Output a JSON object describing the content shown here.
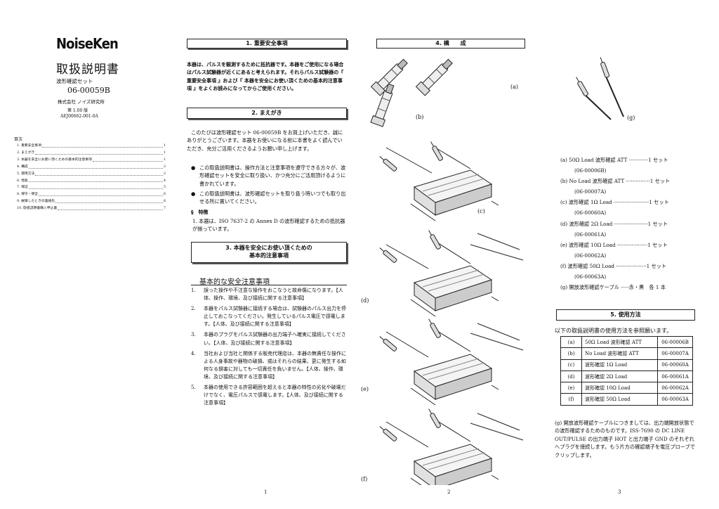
{
  "cover": {
    "logo": "NoiseKen",
    "title": "取扱説明書",
    "subtitle": "波形確認セット",
    "model": "06-00059B",
    "company": "株式会社 ノイズ研究所",
    "version": "第 1.00 版",
    "doc_no": "AEJ00662-001-0A"
  },
  "toc": {
    "heading": "目次",
    "items": [
      {
        "title": "1. 重要安全事項",
        "page": "1"
      },
      {
        "title": "2. まえがき",
        "page": "1"
      },
      {
        "title": "3. 本器を安全にお使い頂くための基本的注意事項",
        "page": "1"
      },
      {
        "title": "4. 構成",
        "page": "2"
      },
      {
        "title": "5. 使用方法",
        "page": "2"
      },
      {
        "title": "6. 性能",
        "page": "4"
      },
      {
        "title": "7. 保証",
        "page": "5"
      },
      {
        "title": "8. 保守・保全",
        "page": "6"
      },
      {
        "title": "9. 故障したときの連絡先",
        "page": "6"
      },
      {
        "title": "10. 取扱説明書購入申込書",
        "page": "7"
      }
    ]
  },
  "sec1": {
    "header": "1. 重要安全事項",
    "body": "本器は、パルスを観測するために抵抗器です。本器をご使用になる場合はパルス試験器が近くにあると考えられます。それらパルス試験器の『 重要安全事項 』および『 本器を安全にお使い頂くための基本的注意事項 』をよくお読みになってからご使用ください。"
  },
  "sec2": {
    "header": "2. まえがき",
    "intro": "このたびは波形確認セット 06-00059B をお買上げいただき、誠にありがとうございます。本器をお使いになる前に本書をよく読んでいただき、充分ご活用くださるようお願い申し上げます。",
    "bullets": [
      {
        "mark": "●",
        "text": "この取扱説明書は、操作方法と注意事項を遵守できる方々が、波形確認セットを安全に取り扱い、かつ充分にご活用頂けるように書かれています。"
      },
      {
        "mark": "●",
        "text": "この取扱説明書は、波形確認セットを取り扱う時いつでも取り出せる所に置いてください。"
      }
    ],
    "feature_heading": "§　特徴",
    "feature_item": "1. 本器は、ISO 7637-2 の Annex D の波形確認するための抵抗器が揃っています。"
  },
  "sec3": {
    "header_line1": "3. 本器を安全にお使い頂くための",
    "header_line2": "基本的注意事項",
    "sub_heading": "基本的な安全注意事項",
    "items": [
      {
        "n": "1.",
        "text": "誤った操作や不注意な操作をおこなうと故命傷になります。【人体、操作、環境、及び接続に関する注意事項】"
      },
      {
        "n": "2.",
        "text": "本器をパルス試験器に接続する場合は、試験器のパルス出力を停止しておこなってください。発生しているパルス電圧で感電します。【人体、及び接続に関する注意事項】"
      },
      {
        "n": "3.",
        "text": "本器のプラグをパルス試験器の出力端子へ確実に接続してください。【人体、及び接続に関する注意事項】"
      },
      {
        "n": "4.",
        "text": "当社および当社と関係する販売代理店は、本器の無責任な操作による人身事故や器物の破損、或はそれらの結果、更に発生する如何なる損害に対しても一切責任を負いません。【人体、操作、環境、及び接続に関する注意事項】"
      },
      {
        "n": "5.",
        "text": "本器の使用できる許容範囲を超えると本器の特性の劣化や破壊だけでなく、電圧パルスで感電します。【人体、及び接続に関する注意事項】"
      }
    ]
  },
  "sec4": {
    "header": "4. 構　　成",
    "labels": {
      "a": "(a)",
      "b": "(b)",
      "c": "(c)",
      "d": "(d)",
      "e": "(e)",
      "f": "(f)",
      "g": "(g)"
    },
    "parts": [
      {
        "text": "(a) 50Ω Load 波形確認 ATT ············1 セット",
        "code": "(06-00006B)"
      },
      {
        "text": "(b) No Load 波形確認 ATT ···············1 セット",
        "code": "(06-00007A)"
      },
      {
        "text": "(c) 波形確認 1Ω Load ······················1 セット",
        "code": "(06-00060A)"
      },
      {
        "text": "(d) 波形確認 2Ω Load ·····················1 セット",
        "code": "(06-00061A)"
      },
      {
        "text": "(e) 波形確認 10Ω Load ···················1 セット",
        "code": "(06-00062A)"
      },
      {
        "text": "(f) 波形確認 50Ω Load ···················1 セット",
        "code": "(06-00063A)"
      }
    ],
    "cable": "(g) 開放波形確認ケーブル ·····赤・黒　各 1 本"
  },
  "sec5": {
    "header": "5. 使用方法",
    "intro": "以下の取扱説明書の使用方法を参照願います。",
    "rows": [
      [
        "(a)",
        "50Ω Load 波形確認 ATT",
        "06-00006B"
      ],
      [
        "(b)",
        "No Load 波形確認 ATT",
        "06-00007A"
      ],
      [
        "(c)",
        "波形確認 1Ω Load",
        "06-00060A"
      ],
      [
        "(d)",
        "波形確認 2Ω Load",
        "06-00061A"
      ],
      [
        "(e)",
        "波形確認 10Ω Load",
        "06-00062A"
      ],
      [
        "(f)",
        "波形確認 50Ω Load",
        "06-00063A"
      ]
    ],
    "note_g": "(g) 開放波形確認ケーブルにつきましては、出力端開放状態での波形確認するためのものです。ISS-7690 の DC LINE OUT/PULSE の出力端子 HOT と出力端子 GND のそれぞれへプラグを接続します。もう片方の確認端子を電圧プローブでクリップします。"
  },
  "pages": {
    "p1": "1",
    "p2": "2",
    "p3": "3"
  }
}
